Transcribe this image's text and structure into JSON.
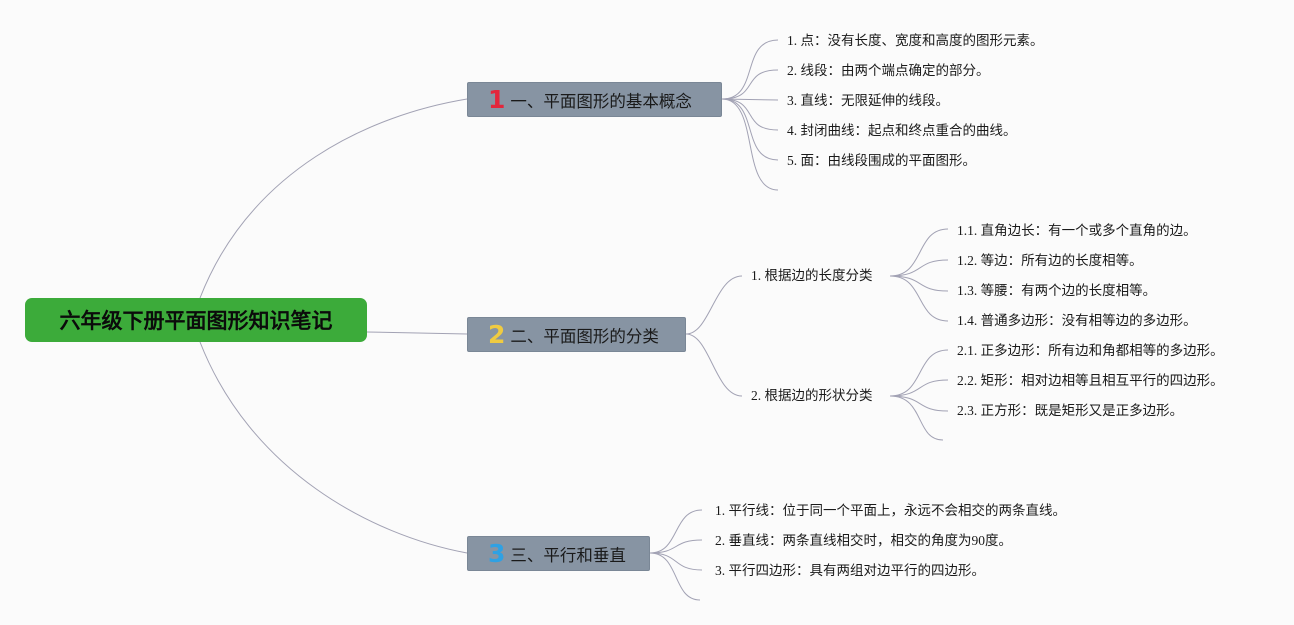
{
  "root": {
    "label": "六年级下册平面图形知识笔记"
  },
  "colors": {
    "root_bg": "#3cab3a",
    "branch_bg": "#8794a3",
    "num1": "#e3263c",
    "num2": "#f0cb41",
    "num3": "#2fa1e3",
    "connector": "#a2a2b4"
  },
  "branches": [
    {
      "number": "1",
      "label": "一、平面图形的基本概念",
      "items": [
        "1. 点：没有长度、宽度和高度的图形元素。",
        "2. 线段：由两个端点确定的部分。",
        "3. 直线：无限延伸的线段。",
        "4. 封闭曲线：起点和终点重合的曲线。",
        "5. 面：由线段围成的平面图形。"
      ]
    },
    {
      "number": "2",
      "label": "二、平面图形的分类",
      "groups": [
        {
          "label": "1. 根据边的长度分类",
          "items": [
            "1.1. 直角边长：有一个或多个直角的边。",
            "1.2. 等边：所有边的长度相等。",
            "1.3. 等腰：有两个边的长度相等。",
            "1.4. 普通多边形：没有相等边的多边形。"
          ]
        },
        {
          "label": "2. 根据边的形状分类",
          "items": [
            "2.1. 正多边形：所有边和角都相等的多边形。",
            "2.2. 矩形：相对边相等且相互平行的四边形。",
            "2.3. 正方形：既是矩形又是正多边形。"
          ]
        }
      ]
    },
    {
      "number": "3",
      "label": "三、平行和垂直",
      "items": [
        "1. 平行线：位于同一个平面上，永远不会相交的两条直线。",
        "2. 垂直线：两条直线相交时，相交的角度为90度。",
        "3. 平行四边形：具有两组对边平行的四边形。"
      ]
    }
  ]
}
